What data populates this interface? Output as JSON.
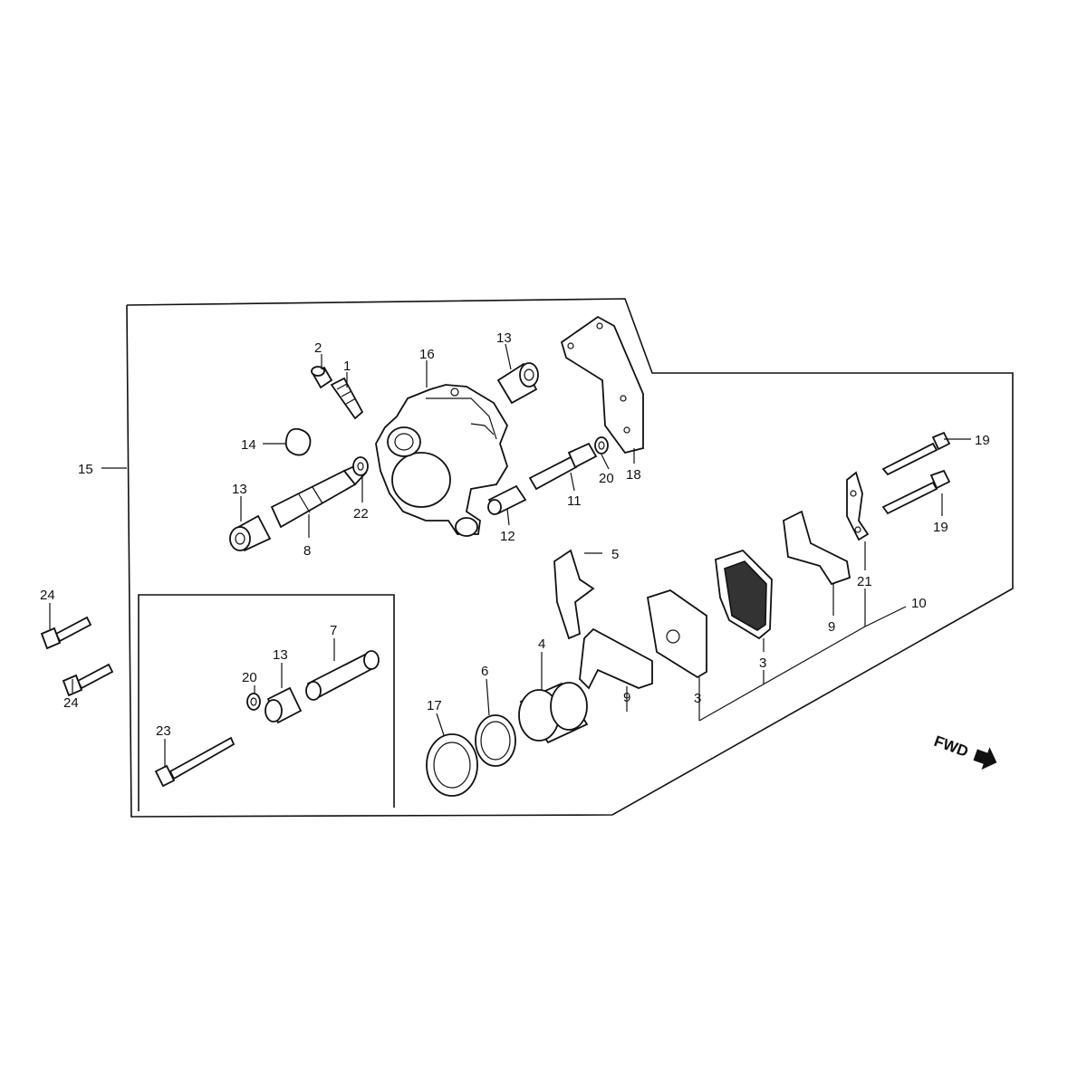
{
  "labels": {
    "p1": "1",
    "p2": "2",
    "p3a": "3",
    "p3b": "3",
    "p4": "4",
    "p5": "5",
    "p6": "6",
    "p7": "7",
    "p8": "8",
    "p9a": "9",
    "p9b": "9",
    "p10": "10",
    "p11": "11",
    "p12": "12",
    "p13a": "13",
    "p13b": "13",
    "p13c": "13",
    "p14": "14",
    "p15": "15",
    "p16": "16",
    "p17": "17",
    "p18": "18",
    "p19a": "19",
    "p19b": "19",
    "p20a": "20",
    "p20b": "20",
    "p21": "21",
    "p22": "22",
    "p23": "23",
    "p24a": "24",
    "p24b": "24"
  },
  "direction_marker": "FWD"
}
